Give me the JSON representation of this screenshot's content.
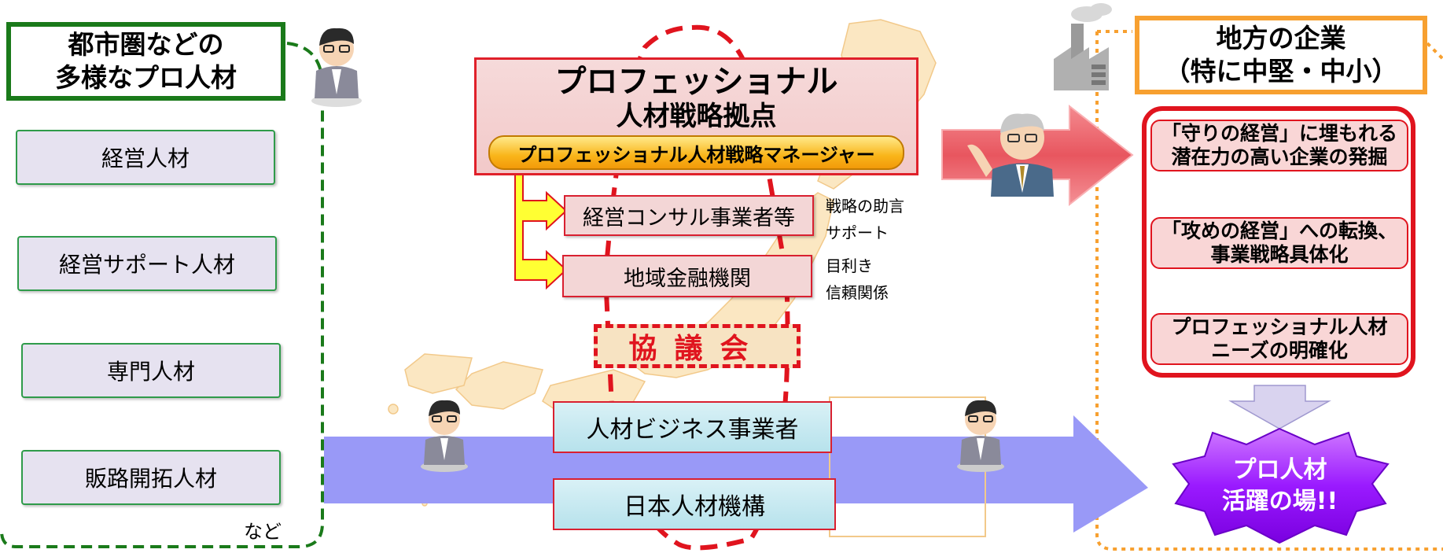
{
  "left": {
    "title_line1": "都市圏などの",
    "title_line2": "多様なプロ人材",
    "talents": [
      "経営人材",
      "経営サポート人材",
      "専門人材",
      "販路開拓人材"
    ],
    "etc": "など"
  },
  "center": {
    "hub_line1": "プロフェッショナル",
    "hub_line2": "人材戦略拠点",
    "hub_manager": "プロフェッショナル人材戦略マネージャー",
    "consultant": "経営コンサル事業者等",
    "bank": "地域金融機関",
    "consultant_notes": [
      "戦略の助言",
      "サポート"
    ],
    "bank_notes": [
      "目利き",
      "信頼関係"
    ],
    "council": "協議会",
    "biz1": "人材ビジネス事業者",
    "biz2": "日本人材機構"
  },
  "right": {
    "title_line1": "地方の企業",
    "title_line2": "（特に中堅・中小）",
    "steps": [
      {
        "l1": "「守りの経営」に埋もれる",
        "l2": "潜在力の高い企業の発掘"
      },
      {
        "l1": "「攻めの経営」への転換、",
        "l2": "事業戦略具体化"
      },
      {
        "l1": "プロフェッショナル人材",
        "l2": "ニーズの明確化"
      }
    ],
    "goal_line1": "プロ人材",
    "goal_line2": "活躍の場!!"
  },
  "icons": [
    "person-icon",
    "manager-person-icon",
    "factory-icon",
    "japan-map-icon"
  ],
  "colors": {
    "left_accent": "#1a7a1a",
    "right_accent": "#f7a030",
    "red": "#e0141e",
    "flow_arrow": "#9999f7",
    "goal": "#9a1aff",
    "manager_bar": "#f9b51a"
  }
}
